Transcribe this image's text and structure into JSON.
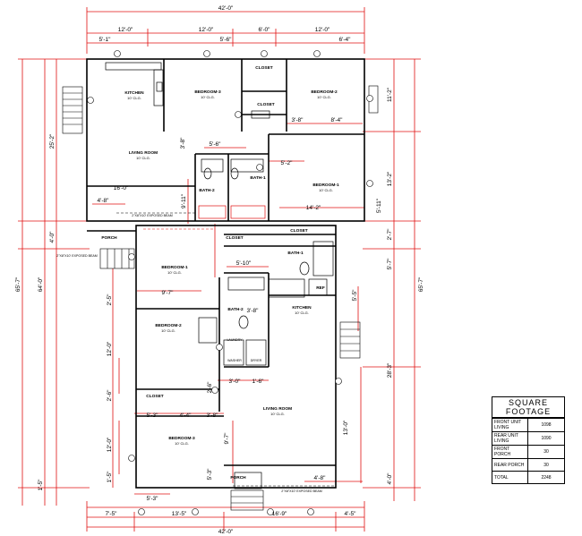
{
  "overall": {
    "top_total": "42'-0\"",
    "bottom_total": "42'-0\"",
    "left_total": "65'-7\"",
    "right_total": "65'-7\""
  },
  "dims_top": {
    "d1": "12'-0\"",
    "d2": "12'-0\"",
    "d3": "6'-0\"",
    "d4": "12'-0\"",
    "d5": "5'-1\"",
    "d6": "5'-6\"",
    "d7": "6'-4\""
  },
  "dims_bottom": {
    "d1": "7'-5\"",
    "d2": "13'-5\"",
    "d3": "16'-9\"",
    "d4": "4'-5\"",
    "d5": "5'-3\""
  },
  "dims_left": {
    "d1": "25'-2\"",
    "d2": "64'-0\"",
    "d3": "4'-0\"",
    "d4": "2'-5\"",
    "d5": "12'-0\"",
    "d6": "2'-6\"",
    "d7": "12'-0\"",
    "d8": "1'-5\"",
    "d9": "1'-5\""
  },
  "dims_right": {
    "d1": "11'-2\"",
    "d2": "13'-2\"",
    "d3": "5'-11\"",
    "d4": "2'-7\"",
    "d5": "5'-7\"",
    "d6": "28'-3\"",
    "d7": "4'-0\""
  },
  "dims_interior": {
    "a": "16'-0\"",
    "b": "4'-8\"",
    "c": "14'-2\"",
    "d": "3'-8\"",
    "e": "8'-4\"",
    "f": "5'-6\"",
    "g": "5'-2\"",
    "h": "9'-11\"",
    "i": "5'-10\"",
    "j": "9'-7\"",
    "k": "3'-8\"",
    "l": "3'-0\"",
    "m": "1'-6\"",
    "n": "5'-3\"",
    "o": "4'-4\"",
    "p": "3'-8\"",
    "q": "13'-0\"",
    "r": "4'-8\"",
    "s": "2'-6\"",
    "t": "5'-3\"",
    "u": "9'-7\"",
    "v": "5'-5\"",
    "w": "3'-8\""
  },
  "rooms": {
    "kitchen_top": "KITCHEN",
    "bedroom3_top": "BEDROOM-3",
    "bedroom2_top": "BEDROOM-2",
    "living_top": "LIVING ROOM",
    "bath2_top": "BATH-2",
    "bath1_top": "BATH-1",
    "bedroom1_top": "BEDROOM-1",
    "bedroom1_rear": "BEDROOM-1",
    "bath1_rear": "BATH-1",
    "kitchen_rear": "KITCHEN",
    "bedroom2_rear": "BEDROOM-2",
    "bath2_rear": "BATH-2",
    "living_rear": "LIVING ROOM",
    "bedroom3_rear": "BEDROOM-3",
    "closet1": "CLOSET",
    "closet2": "CLOSET",
    "closet3": "CLOSET",
    "closet4": "CLOSET",
    "closet5": "CLOSET",
    "porch_front": "PORCH",
    "porch_rear": "PORCH",
    "ref": "REF",
    "laundry": "LAUNDRY",
    "washer": "WASHER",
    "dryer": "DRYER"
  },
  "ceiling": "10' CLG.",
  "exposed_beam": "2\"X8\"X10' EXPOSED BEAM",
  "square_footage": {
    "title": "SQUARE FOOTAGE",
    "rows": [
      {
        "label": "FRONT UNIT LIVING",
        "value": "1098"
      },
      {
        "label": "REAR UNIT LIVING",
        "value": "1090"
      },
      {
        "label": "FRONT PORCH",
        "value": "30"
      },
      {
        "label": "REAR PORCH",
        "value": "30"
      },
      {
        "label": "TOTAL",
        "value": "2248"
      }
    ]
  }
}
